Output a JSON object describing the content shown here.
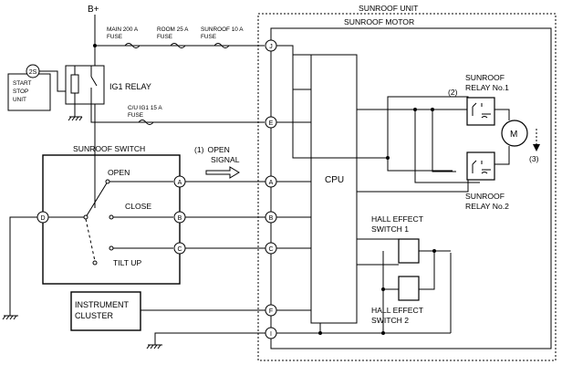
{
  "supply": {
    "label": "B+"
  },
  "fuses": {
    "main": [
      "MAIN 200 A",
      "FUSE"
    ],
    "room": [
      "ROOM 25 A",
      "FUSE"
    ],
    "sunroof": [
      "SUNROOF 10 A",
      "FUSE"
    ],
    "cu_ig1": [
      "C/U IG1 15 A",
      "FUSE"
    ]
  },
  "start_stop": {
    "symbol": "2S",
    "lines": [
      "START",
      "STOP",
      "UNIT"
    ]
  },
  "ig1_relay": {
    "label": "IG1 RELAY"
  },
  "sunroof_unit": {
    "label": "SUNROOF UNIT"
  },
  "sunroof_motor": {
    "label": "SUNROOF MOTOR"
  },
  "cpu": {
    "label": "CPU"
  },
  "sunroof_switch": {
    "title": "SUNROOF SWITCH",
    "positions": [
      "OPEN",
      "CLOSE",
      "TILT UP"
    ]
  },
  "open_signal": {
    "number": "(1)",
    "line1": "OPEN",
    "line2": "SIGNAL"
  },
  "relay1": {
    "number": "(2)",
    "lines": [
      "SUNROOF",
      "RELAY No.1"
    ]
  },
  "relay2": {
    "lines": [
      "SUNROOF",
      "RELAY No.2"
    ]
  },
  "motor": {
    "symbol": "M",
    "number": "(3)"
  },
  "hall1": {
    "lines": [
      "HALL EFFECT",
      "SWITCH 1"
    ]
  },
  "hall2": {
    "lines": [
      "HALL EFFECT",
      "SWITCH 2"
    ]
  },
  "instrument_cluster": {
    "lines": [
      "INSTRUMENT",
      "CLUSTER"
    ]
  },
  "pins": {
    "J": "J",
    "E": "E",
    "A": "A",
    "B": "B",
    "C": "C",
    "D": "D",
    "F": "F",
    "I": "I"
  }
}
